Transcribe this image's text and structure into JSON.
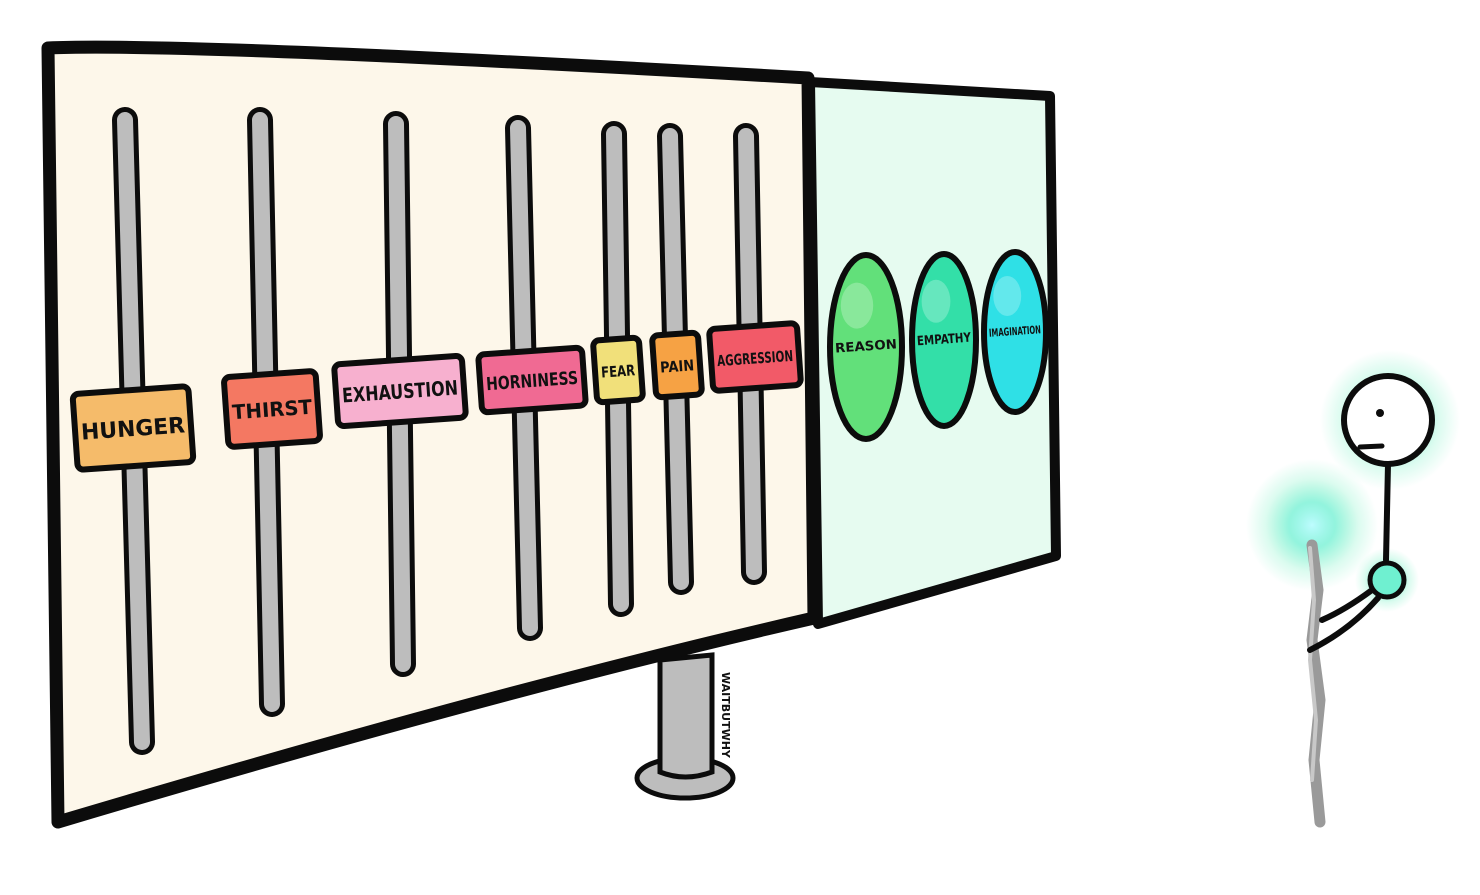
{
  "sliders": [
    {
      "label": "HUNGER",
      "color": "#f5bb6a"
    },
    {
      "label": "THIRST",
      "color": "#f47862"
    },
    {
      "label": "EXHAUSTION",
      "color": "#f7b0cf"
    },
    {
      "label": "HORNINESS",
      "color": "#f06a93"
    },
    {
      "label": "FEAR",
      "color": "#f1e07a"
    },
    {
      "label": "PAIN",
      "color": "#f6a244"
    },
    {
      "label": "AGGRESSION",
      "color": "#f25a68"
    }
  ],
  "knobs": [
    {
      "label": "REASON",
      "color": "#62e07a"
    },
    {
      "label": "EMPATHY",
      "color": "#33dfa8"
    },
    {
      "label": "IMAGINATION",
      "color": "#2fe0e6"
    }
  ],
  "signature": "WAITBUTWHY",
  "colors": {
    "left_panel": "#fdf7ea",
    "right_panel": "#e6fbf0",
    "track": "#bdbdbd",
    "outline": "#0c0c0c",
    "glow": "#5cf0c8"
  }
}
